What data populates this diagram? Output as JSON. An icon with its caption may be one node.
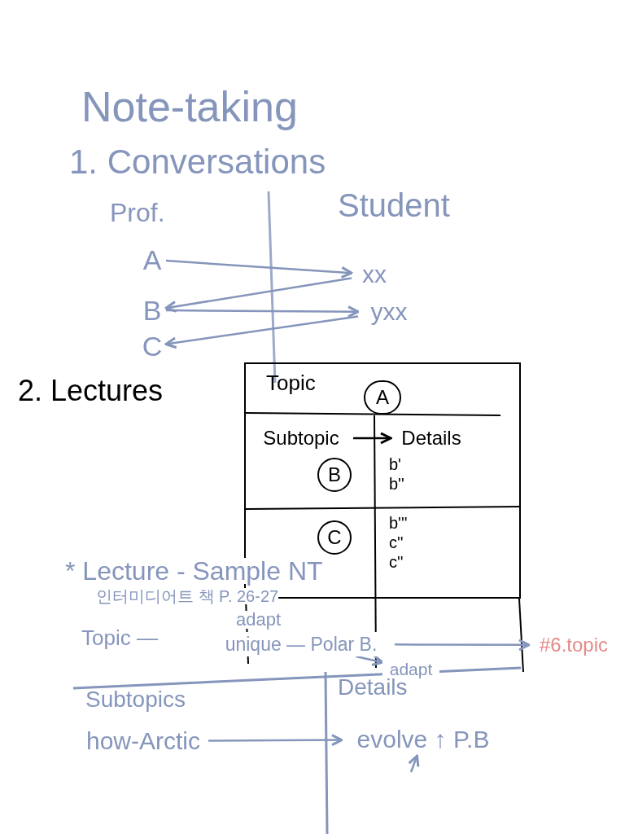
{
  "diagram": {
    "title": "Note-taking",
    "nodes": [
      {
        "text": [
          "A"
        ]
      },
      {
        "text": [
          "B"
        ]
      },
      {
        "text": [
          "C"
        ]
      },
      {
        "text": [
          "xx"
        ]
      },
      {
        "text": [
          "yxx"
        ]
      },
      {
        "text": [
          "Topic"
        ]
      },
      {
        "text": [
          "A"
        ],
        "in": 5
      },
      {
        "text": [
          "Subtopic"
        ],
        "in": 5
      },
      {
        "text": [
          "Details"
        ],
        "in": 5
      },
      {
        "text": [
          "B"
        ],
        "in": 5
      },
      {
        "text": [
          "C"
        ],
        "in": 5
      },
      {
        "text": [
          "unique — Polar B."
        ]
      },
      {
        "text": [
          "adapt"
        ]
      },
      {
        "text": [
          "#6.topic"
        ]
      },
      {
        "text": [
          "how-Arctic"
        ]
      },
      {
        "text": [
          "evolve ↑ P.B"
        ]
      }
    ],
    "edges": [
      {
        "from": 0,
        "to": 3,
        "arrow": "to"
      },
      {
        "from": 3,
        "to": 1,
        "arrow": "to"
      },
      {
        "from": 1,
        "to": 4,
        "arrow": "to"
      },
      {
        "from": 4,
        "to": 2,
        "arrow": "to"
      },
      {
        "from": 7,
        "to": 8,
        "arrow": "to",
        "color": "#000000"
      },
      {
        "from": 11,
        "to": 12,
        "arrow": "to"
      },
      {
        "from": 11,
        "to": 13,
        "arrow": "to"
      },
      {
        "from": 14,
        "to": 15,
        "arrow": "to"
      },
      {
        "from": null,
        "to": 15,
        "arrow": "to"
      }
    ],
    "labels": [
      "1. Conversations",
      "Prof.",
      "Student",
      "2. Lectures",
      "b'",
      "b''",
      "b'''",
      "c''",
      "c''",
      "* Lecture - Sample NT",
      "인터미디어트 책 P. 26-27",
      "Topic —",
      "adapt",
      "Subtopics",
      "Details"
    ]
  }
}
